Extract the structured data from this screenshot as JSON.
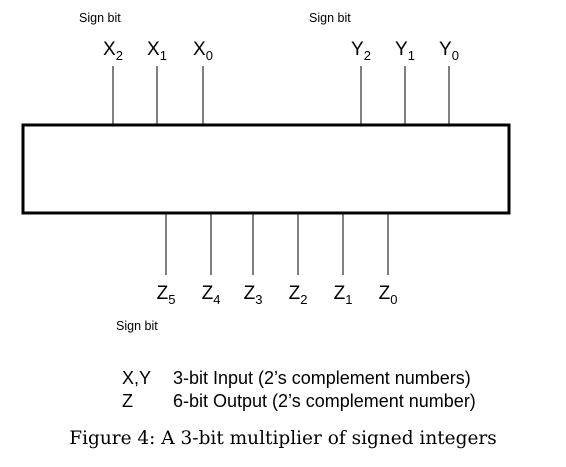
{
  "block": {
    "x_inputs": [
      {
        "main": "X",
        "sub": "2"
      },
      {
        "main": "X",
        "sub": "1"
      },
      {
        "main": "X",
        "sub": "0"
      }
    ],
    "y_inputs": [
      {
        "main": "Y",
        "sub": "2"
      },
      {
        "main": "Y",
        "sub": "1"
      },
      {
        "main": "Y",
        "sub": "0"
      }
    ],
    "z_outputs": [
      {
        "main": "Z",
        "sub": "5"
      },
      {
        "main": "Z",
        "sub": "4"
      },
      {
        "main": "Z",
        "sub": "3"
      },
      {
        "main": "Z",
        "sub": "2"
      },
      {
        "main": "Z",
        "sub": "1"
      },
      {
        "main": "Z",
        "sub": "0"
      }
    ],
    "x_sign_label": "Sign bit",
    "y_sign_label": "Sign bit",
    "z_sign_label": "Sign bit"
  },
  "legend": [
    {
      "key": "X,Y",
      "desc": "3-bit Input (2’s complement numbers)"
    },
    {
      "key": "Z",
      "desc": "6-bit Output (2’s complement number)"
    }
  ],
  "caption": "Figure 4: A 3-bit multiplier of signed integers"
}
